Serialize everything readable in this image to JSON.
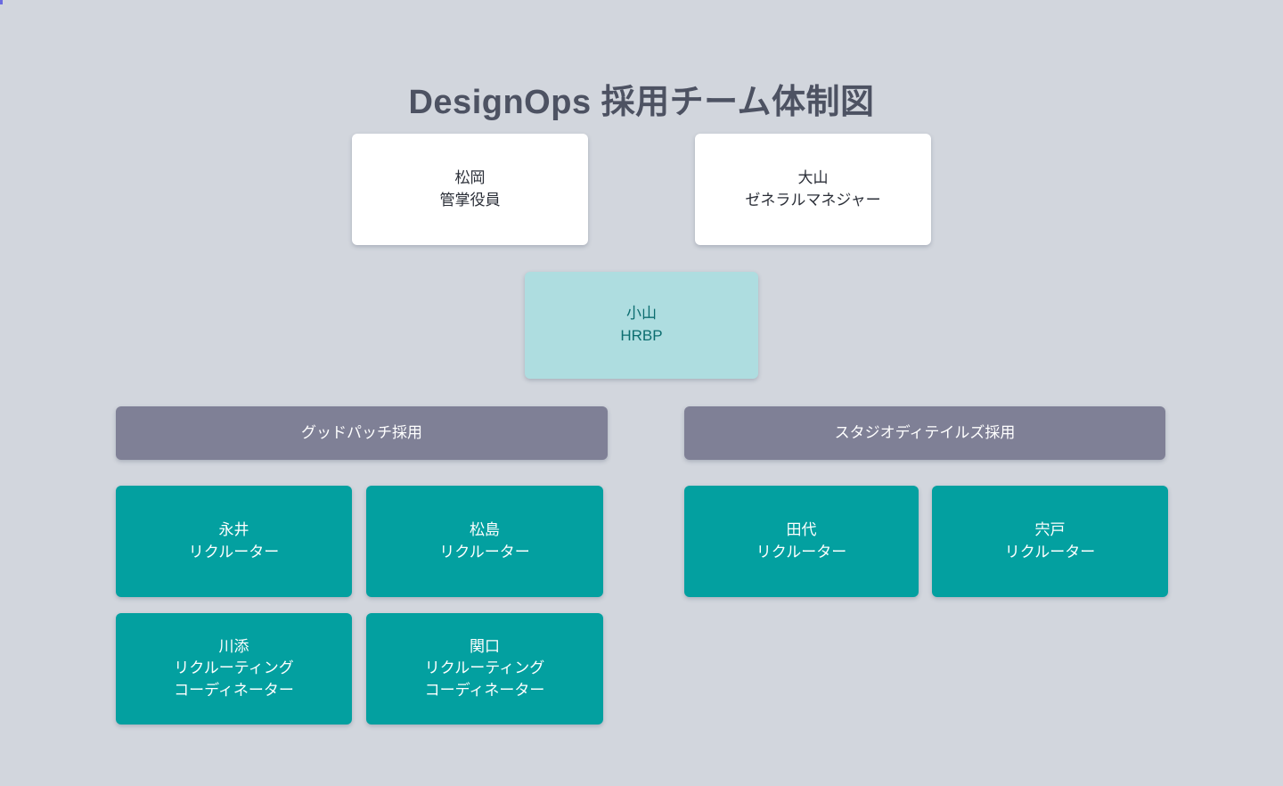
{
  "page": {
    "title": "DesignOps 採用チーム体制図",
    "background_color": "#d2d6dd",
    "title_color": "#4d5262"
  },
  "colors": {
    "exec_card_bg": "#ffffff",
    "exec_card_text": "#2b2f38",
    "hrbp_card_bg": "#aedde0",
    "hrbp_card_text": "#0c6d70",
    "group_bar_bg": "#7f8096",
    "group_bar_text": "#ffffff",
    "member_card_bg": "#03a0a0",
    "member_card_text": "#ffffff"
  },
  "executives": [
    {
      "name": "松岡",
      "role": "管掌役員"
    },
    {
      "name": "大山",
      "role": "ゼネラルマネジャー"
    }
  ],
  "hrbp": {
    "name": "小山",
    "role": "HRBP"
  },
  "groups": [
    {
      "label": "グッドパッチ採用",
      "members": [
        {
          "name": "永井",
          "role_line1": "リクルーター",
          "role_line2": ""
        },
        {
          "name": "松島",
          "role_line1": "リクルーター",
          "role_line2": ""
        },
        {
          "name": "川添",
          "role_line1": "リクルーティング",
          "role_line2": "コーディネーター"
        },
        {
          "name": "関口",
          "role_line1": "リクルーティング",
          "role_line2": "コーディネーター"
        }
      ]
    },
    {
      "label": "スタジオディテイルズ採用",
      "members": [
        {
          "name": "田代",
          "role_line1": "リクルーター",
          "role_line2": ""
        },
        {
          "name": "宍戸",
          "role_line1": "リクルーター",
          "role_line2": ""
        }
      ]
    }
  ]
}
